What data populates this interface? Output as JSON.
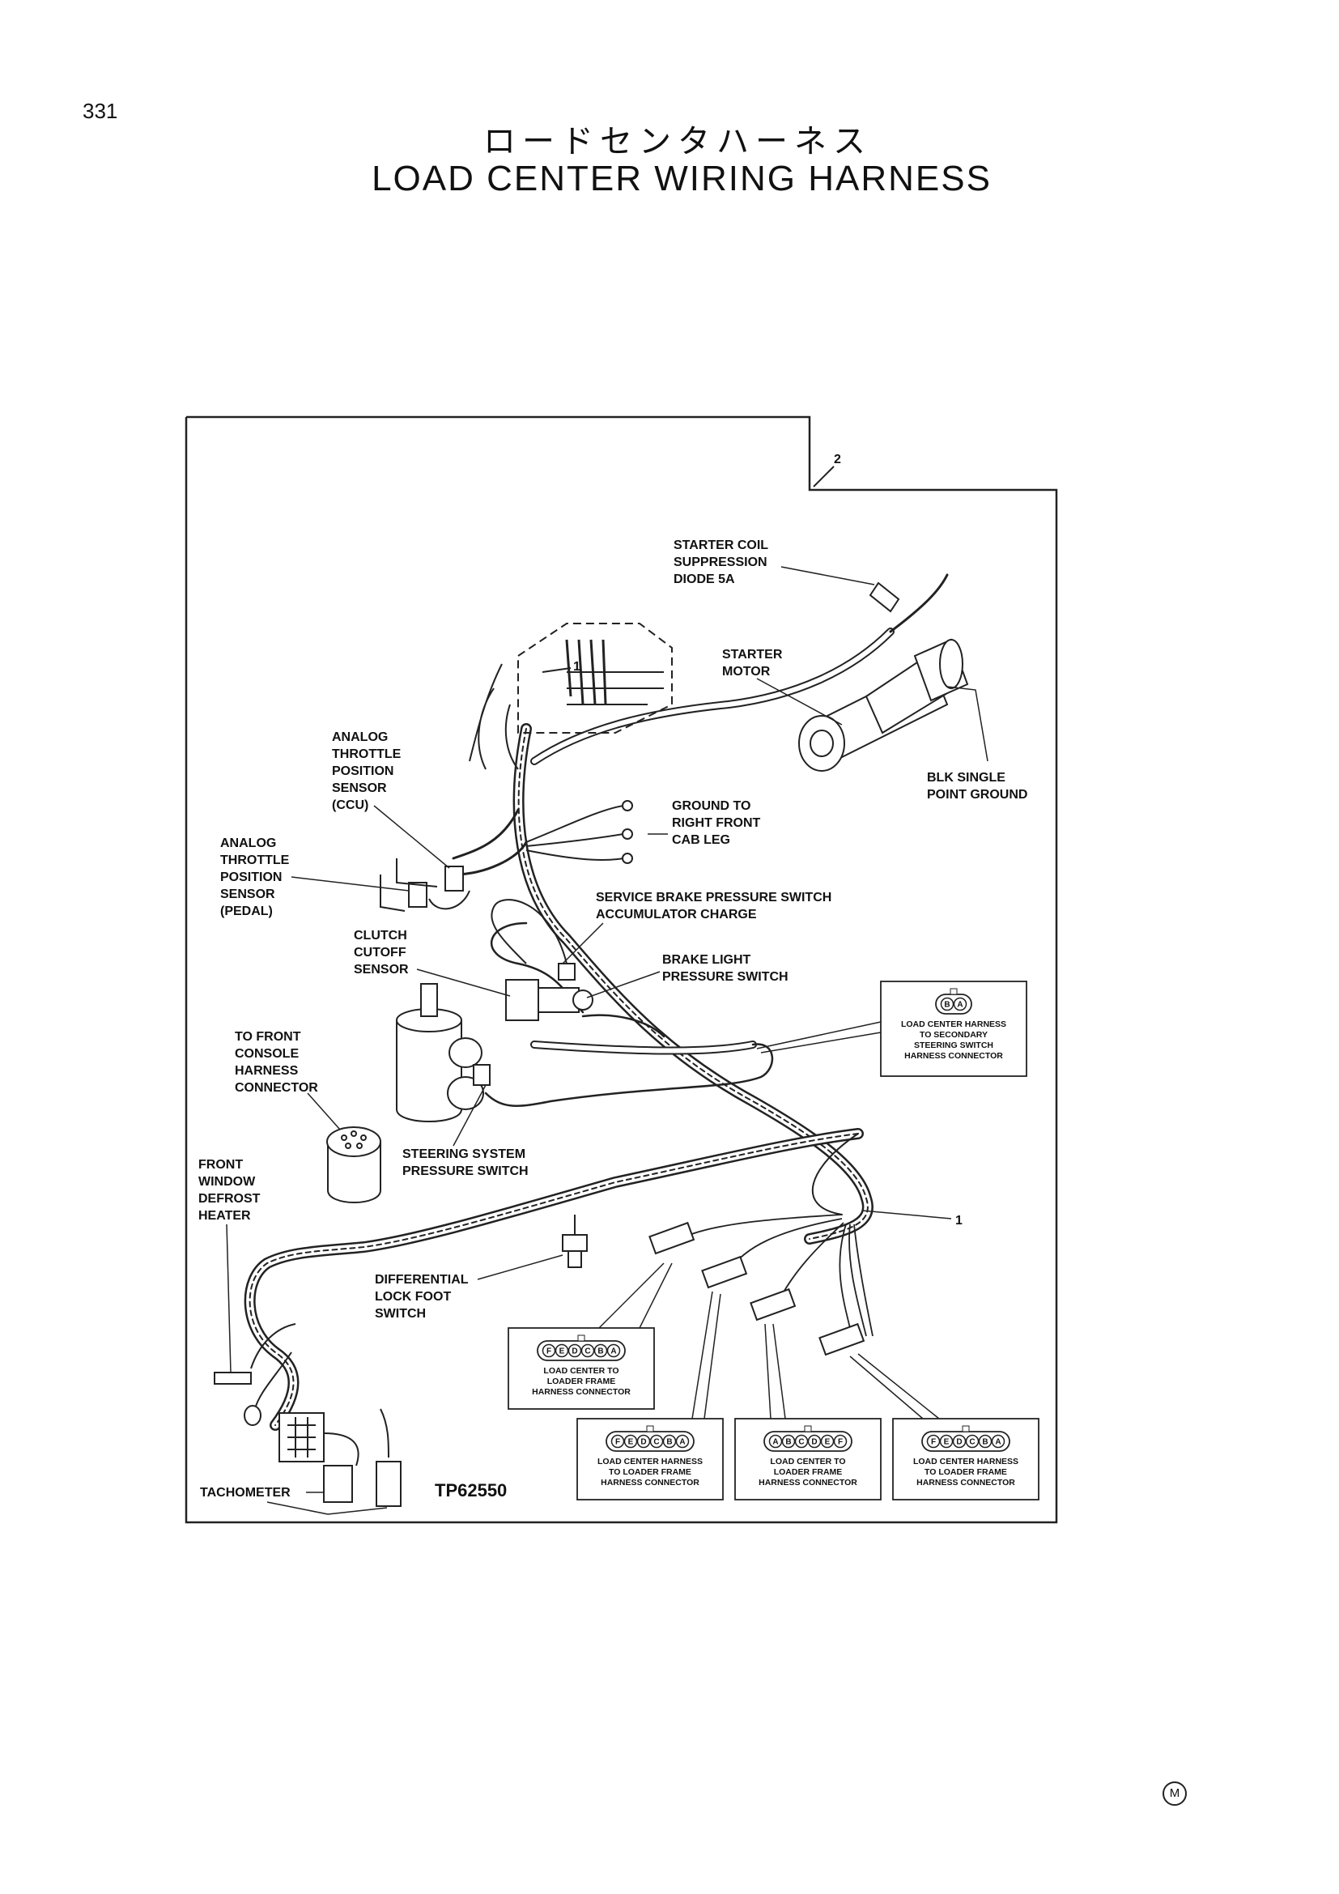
{
  "page": {
    "number": "331",
    "title_jp": "ロードセンタハーネス",
    "title_en": "LOAD CENTER WIRING HARNESS",
    "figure_id": "TP62550",
    "mark": "M"
  },
  "callouts": {
    "item1": "1",
    "item2": "2"
  },
  "labels": {
    "starter_coil_diode": [
      "STARTER COIL",
      "SUPPRESSION",
      "DIODE 5A"
    ],
    "starter_motor": [
      "STARTER",
      "MOTOR"
    ],
    "blk_ground": [
      "BLK SINGLE",
      "POINT GROUND"
    ],
    "ground_cab": [
      "GROUND TO",
      "RIGHT FRONT",
      "CAB LEG"
    ],
    "throttle_ccu": [
      "ANALOG",
      "THROTTLE",
      "POSITION",
      "SENSOR",
      "(CCU)"
    ],
    "throttle_pedal": [
      "ANALOG",
      "THROTTLE",
      "POSITION",
      "SENSOR",
      "(PEDAL)"
    ],
    "service_brake": [
      "SERVICE BRAKE PRESSURE SWITCH",
      "ACCUMULATOR CHARGE"
    ],
    "clutch_cutoff": [
      "CLUTCH",
      "CUTOFF",
      "SENSOR"
    ],
    "brake_light": [
      "BRAKE LIGHT",
      "PRESSURE SWITCH"
    ],
    "front_console": [
      "TO FRONT",
      "CONSOLE",
      "HARNESS",
      "CONNECTOR"
    ],
    "steering_switch": [
      "STEERING SYSTEM",
      "PRESSURE SWITCH"
    ],
    "defrost_heater": [
      "FRONT",
      "WINDOW",
      "DEFROST",
      "HEATER"
    ],
    "diff_lock": [
      "DIFFERENTIAL",
      "LOCK FOOT",
      "SWITCH"
    ],
    "tachometer": "TACHOMETER"
  },
  "connectors": [
    {
      "pins": [
        "B",
        "A"
      ],
      "caption": [
        "LOAD CENTER HARNESS",
        "TO SECONDARY",
        "STEERING SWITCH",
        "HARNESS CONNECTOR"
      ]
    },
    {
      "pins": [
        "F",
        "E",
        "D",
        "C",
        "B",
        "A"
      ],
      "caption": [
        "LOAD CENTER TO",
        "LOADER FRAME",
        "HARNESS CONNECTOR"
      ]
    },
    {
      "pins": [
        "F",
        "E",
        "D",
        "C",
        "B",
        "A"
      ],
      "caption": [
        "LOAD CENTER HARNESS",
        "TO LOADER FRAME",
        "HARNESS CONNECTOR"
      ]
    },
    {
      "pins": [
        "A",
        "B",
        "C",
        "D",
        "E",
        "F"
      ],
      "caption": [
        "LOAD CENTER TO",
        "LOADER FRAME",
        "HARNESS CONNECTOR"
      ]
    },
    {
      "pins": [
        "F",
        "E",
        "D",
        "C",
        "B",
        "A"
      ],
      "caption": [
        "LOAD CENTER HARNESS",
        "TO LOADER FRAME",
        "HARNESS CONNECTOR"
      ]
    }
  ]
}
